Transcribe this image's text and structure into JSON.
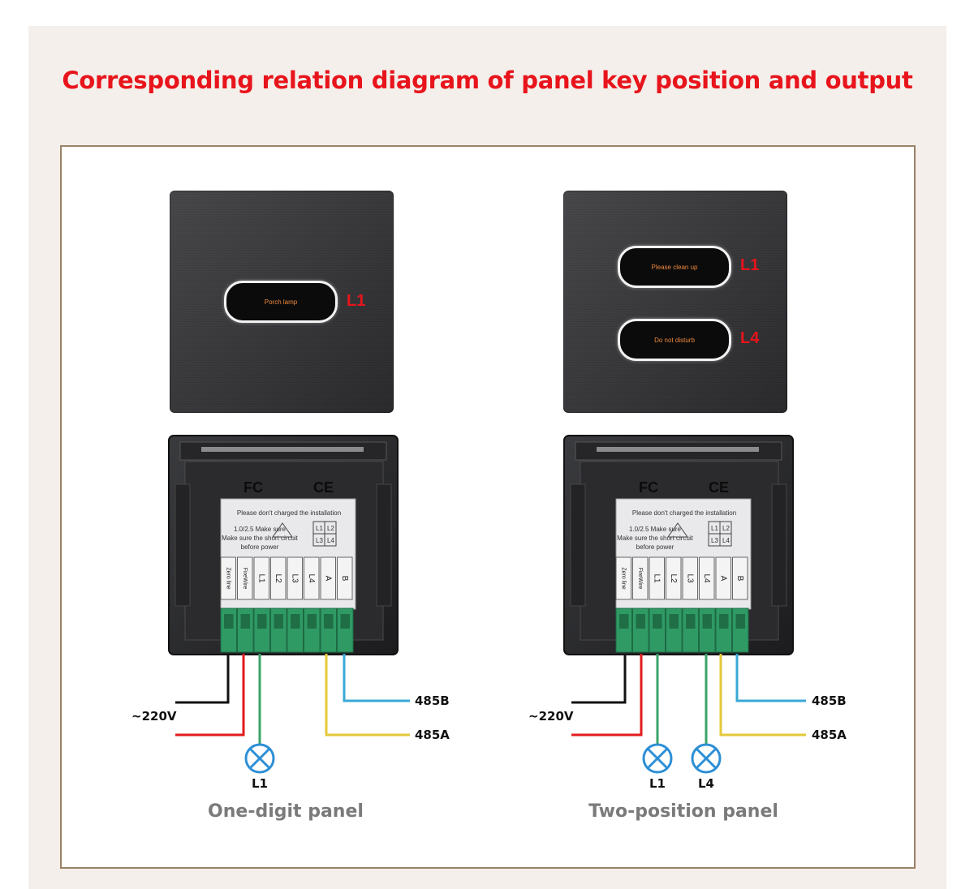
{
  "title": "Corresponding relation diagram of panel key position and output",
  "panels": [
    {
      "caption": "One-digit panel",
      "keys": [
        {
          "text": "Porch lamp",
          "output": "L1"
        }
      ],
      "wires": {
        "power": "~220V",
        "rs485b": "485B",
        "rs485a": "485A"
      },
      "lamps": [
        "L1"
      ],
      "terminals": [
        "Zero line",
        "FireWire",
        "L1",
        "L2",
        "L3",
        "L4",
        "A",
        "B"
      ]
    },
    {
      "caption": "Two-position panel",
      "keys": [
        {
          "text": "Please clean up",
          "output": "L1"
        },
        {
          "text": "Do not disturb",
          "output": "L4"
        }
      ],
      "wires": {
        "power": "~220V",
        "rs485b": "485B",
        "rs485a": "485A"
      },
      "lamps": [
        "L1",
        "L4"
      ],
      "terminals": [
        "Zero line",
        "FireWire",
        "L1",
        "L2",
        "L3",
        "L4",
        "A",
        "B"
      ]
    }
  ],
  "sticker": {
    "warning": "Please don't charged the installation",
    "note1": "Make sure the short circuit",
    "note2": "before power",
    "note3": "1.0/2.5 Make sure",
    "grid": [
      "L1",
      "L2",
      "L3",
      "L4"
    ],
    "cert": [
      "FC",
      "CE"
    ]
  },
  "colors": {
    "title": "#e8141c",
    "neutral_wire": "#111111",
    "live_wire": "#e31b1b",
    "lamp_wire": "#3aa46a",
    "a_wire": "#e3c93a",
    "b_wire": "#3aa8d6",
    "lamp": "#2d8fd6"
  }
}
